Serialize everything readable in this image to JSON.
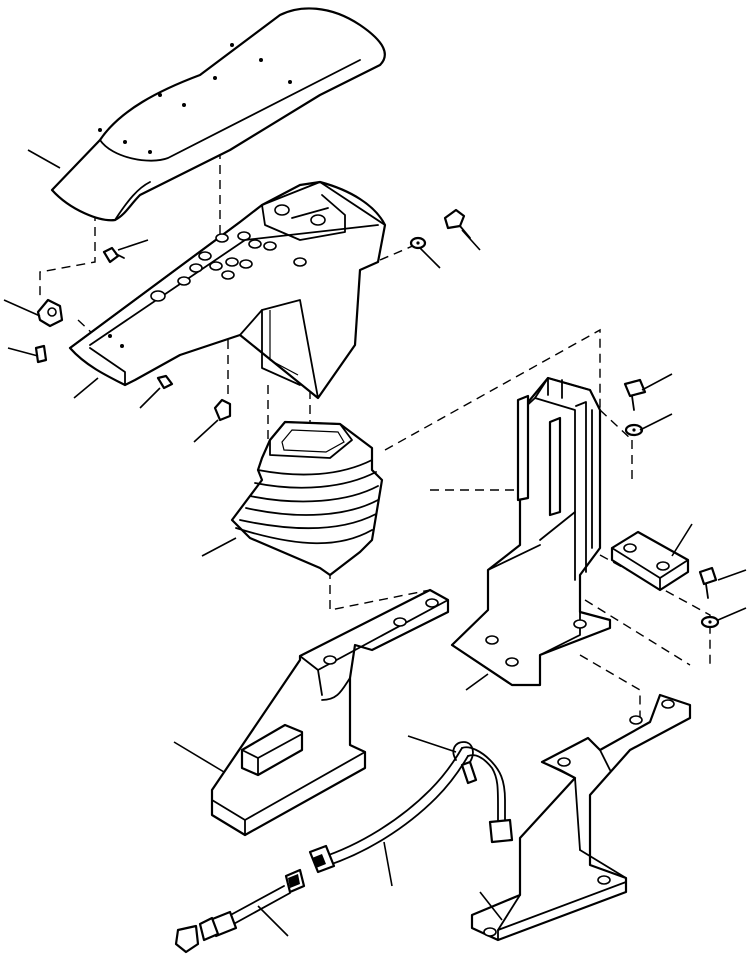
{
  "figure": {
    "type": "exploded parts diagram",
    "components": [
      "armrest-pad",
      "control-console-housing",
      "clamp",
      "screws",
      "washers",
      "bolts",
      "rubber-boot",
      "upright-support-bracket",
      "mounting-plate",
      "left-base-bracket",
      "right-base-bracket",
      "wiring-harness",
      "switch-lead"
    ],
    "text_labels": []
  }
}
